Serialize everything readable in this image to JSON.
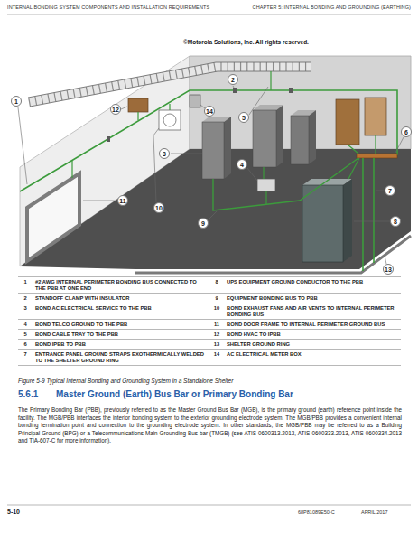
{
  "diagram": {
    "title": "Master Ground (Earth) Bus Bar or Primary Bonding Bar",
    "caption": "Figure 5-9 Typical Internal Bonding and Grounding System in a Standalone Shelter",
    "labels": [
      "INTERNAL BONDING SYSTEM COMPONENTS AND INSTALLATION REQUIREMENTS",
      "CHAPTER 5: INTERNAL BONDING AND GROUNDING (EARTHING)",
      "©Motorola Solutions, Inc. All rights reserved.",
      "1",
      "2",
      "3",
      "4",
      "5",
      "6",
      "7",
      "8",
      "9",
      "10",
      "11",
      "12",
      "13",
      "14",
      "1",
      "#2 AWG INTERNAL PERIMETER BONDING BUS CONNECTED TO THE PBB AT ONE END",
      "8",
      "UPS EQUIPMENT GROUND CONDUCTOR TO THE PBB",
      "2",
      "STANDOFF CLAMP WITH INSULATOR",
      "9",
      "EQUIPMENT BONDING BUS TO PBB",
      "3",
      "BOND AC ELECTRICAL SERVICE TO THE PBB",
      "10",
      "BOND EXHAUST FANS AND AIR VENTS TO INTERNAL PERIMETER BONDING BUS",
      "4",
      "BOND TELCO GROUND TO THE PBB",
      "11",
      "BOND DOOR FRAME TO INTERNAL PERIMETER GROUND BUS",
      "5",
      "BOND CABLE TRAY TO THE PBB",
      "12",
      "BOND HVAC TO IPBB",
      "6",
      "BOND IPBB TO PBB",
      "13",
      "SHELTER GROUND RING",
      "7",
      "ENTRANCE PANEL GROUND STRAPS EXOTHERMICALLY WELDED TO THE SHELTER GROUND RING",
      "14",
      "AC ELECTRICAL METER BOX",
      "5.6.1",
      "The Primary Bonding Bar (PBB), previously referred to as the Master Ground Bus Bar (MGB), is the primary ground (earth) reference point inside the facility. The MGB/PBB interfaces the interior bonding system to the exterior grounding electrode system. The MGB/PBB provides a convenient internal bonding termination point and connection to the grounding electrode system. In other standards, the MGB/PBB may be referred to as a Building Principal Ground (BPG) or a Telecommunications Main Grounding Bus bar (TMGB) (see ATIS-0600313.2013, ATIS-0600333.2013, ATIS-0600334.2013 and TIA-607-C for more information).",
      "5-10",
      "68P81089E50-C",
      "APRIL 2017"
    ]
  }
}
